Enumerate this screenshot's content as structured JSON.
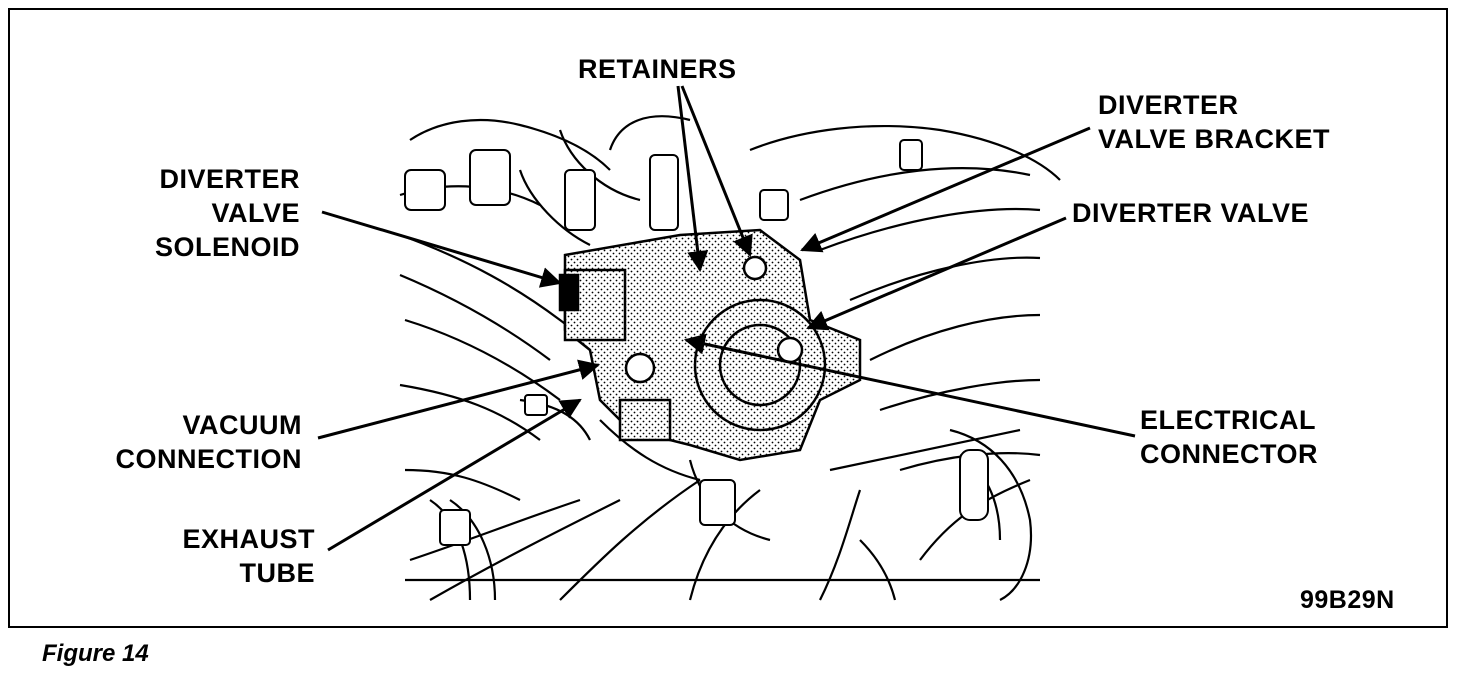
{
  "figure": {
    "labels": {
      "retainers": "RETAINERS",
      "diverter_valve_bracket": "DIVERTER\nVALVE BRACKET",
      "diverter_valve_solenoid": "DIVERTER\nVALVE\nSOLENOID",
      "diverter_valve": "DIVERTER VALVE",
      "vacuum_connection": "VACUUM\nCONNECTION",
      "electrical_connector": "ELECTRICAL\nCONNECTOR",
      "exhaust_tube": "EXHAUST\nTUBE"
    },
    "code": "99B29N",
    "caption": "Figure 14"
  }
}
